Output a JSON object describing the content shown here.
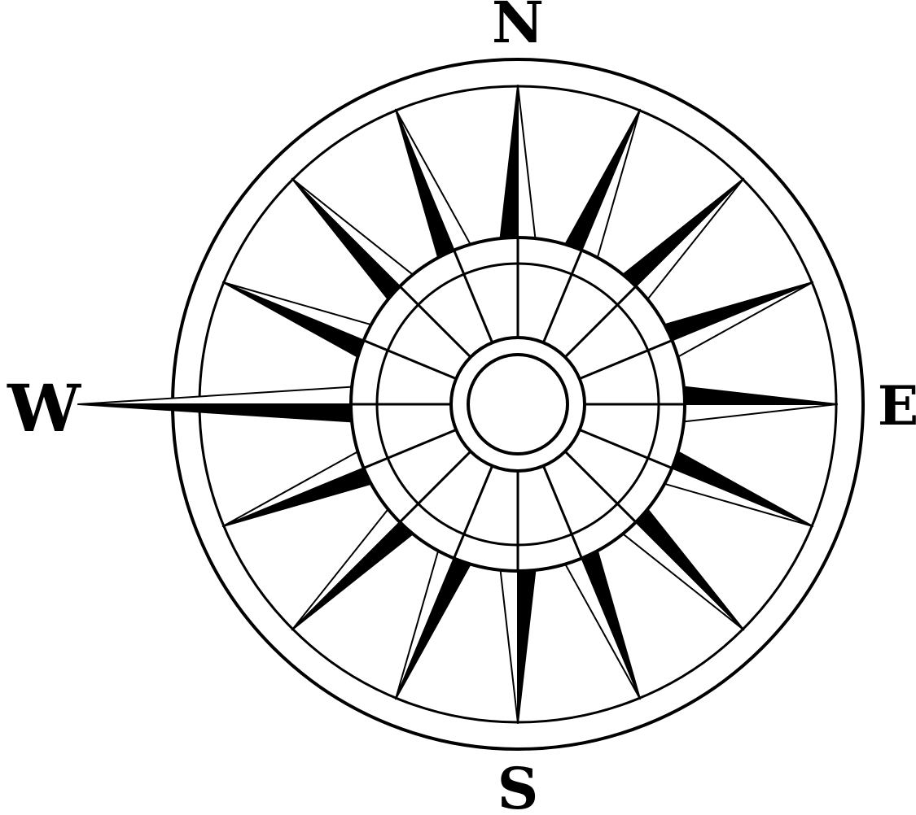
{
  "compass": {
    "labels": {
      "north": "N",
      "east": "E",
      "south": "S",
      "west": "W"
    },
    "point_count": 16,
    "colors": {
      "ink": "#000000",
      "paper": "#ffffff"
    }
  }
}
